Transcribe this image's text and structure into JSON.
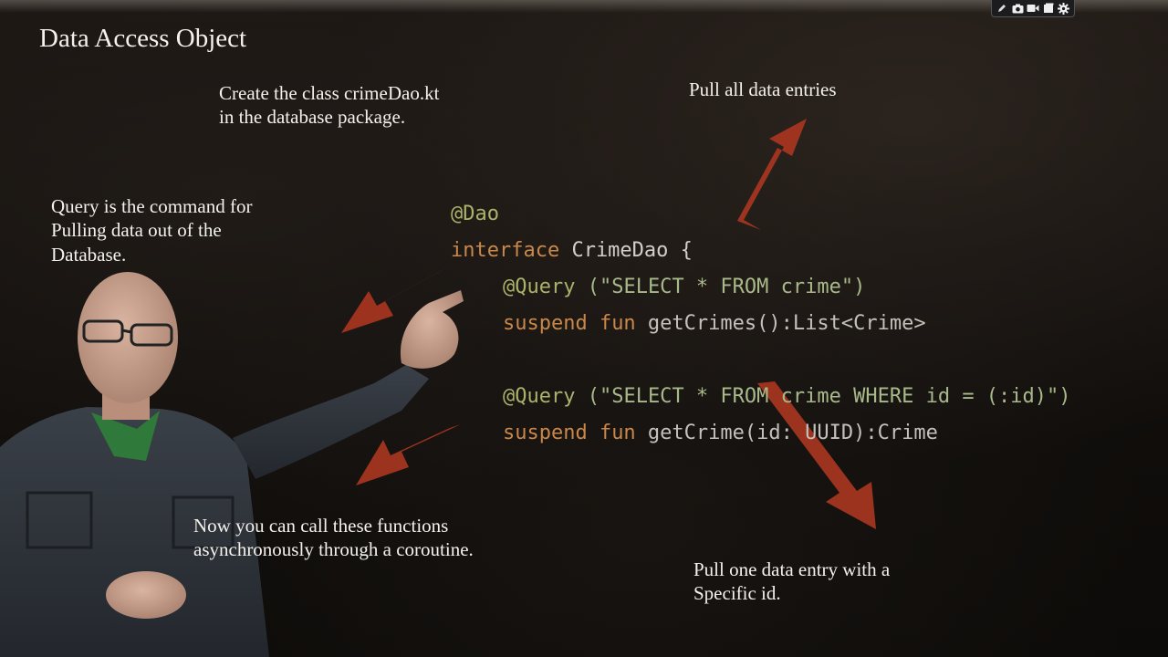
{
  "slide": {
    "title": "Data Access Object"
  },
  "captions": {
    "create_line1": "Create the class crimeDao.kt",
    "create_line2": "in the database package.",
    "query_line1": "Query is the command for",
    "query_line2": "Pulling data out of the",
    "query_line3": "Database.",
    "pull_all": "Pull all data entries",
    "now_line1": "Now you can call these functions",
    "now_line2": "asynchronously through a coroutine.",
    "pull_one_line1": "Pull one data entry with a",
    "pull_one_line2": "Specific id."
  },
  "code": {
    "dao_annotation": "@Dao",
    "interface_keyword": "interface",
    "interface_name": " CrimeDao {",
    "query1_annotation": "@Query",
    "query1_args": " (\"SELECT * FROM crime\")",
    "fun1_keywords": "suspend fun",
    "fun1_signature": " getCrimes():List<Crime>",
    "query2_annotation": "@Query",
    "query2_args": " (\"SELECT * FROM crime WHERE id = (:id)\")",
    "fun2_keywords": "suspend fun",
    "fun2_signature": " getCrime(id: UUID):Crime"
  },
  "toolbar": {
    "icons": [
      "edit-icon",
      "camera-icon",
      "video-icon",
      "window-icon",
      "gear-icon"
    ]
  },
  "colors": {
    "arrow": "#a8361f",
    "annotation": "#a9b36a",
    "keyword": "#c9874a",
    "caption_text": "#f4f1ec"
  }
}
